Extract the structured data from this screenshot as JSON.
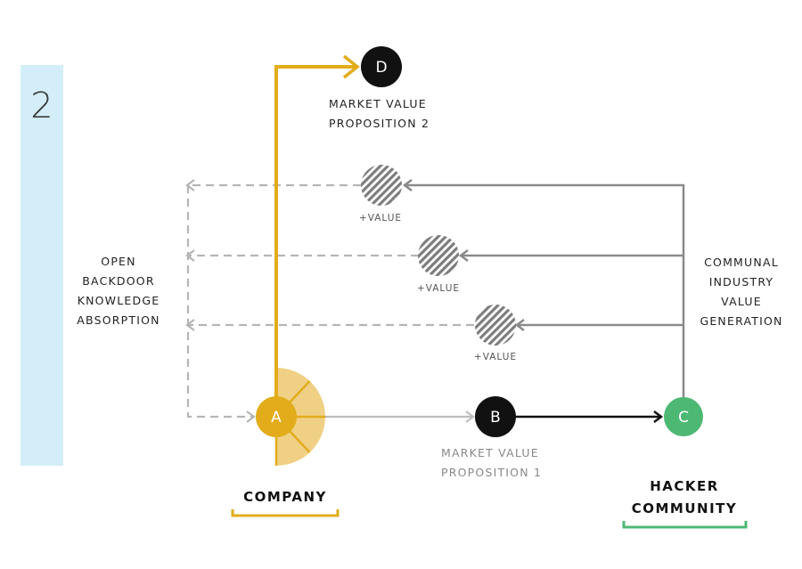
{
  "section": {
    "number": "2"
  },
  "nodes": {
    "a": {
      "letter": "A",
      "color": "#e2ac1b"
    },
    "b": {
      "letter": "B",
      "color": "#111111"
    },
    "c": {
      "letter": "C",
      "color": "#4db873"
    },
    "d": {
      "letter": "D",
      "color": "#111111"
    }
  },
  "labels": {
    "mvp2_line1": "MARKET VALUE",
    "mvp2_line2": "PROPOSITION 2",
    "mvp1_line1": "MARKET VALUE",
    "mvp1_line2": "PROPOSITION 1",
    "open_lines": [
      "OPEN",
      "BACKDOOR",
      "KNOWLEDGE",
      "ABSORPTION"
    ],
    "communal_lines": [
      "COMMUNAL",
      "INDUSTRY",
      "VALUE",
      "GENERATION"
    ],
    "company": "COMPANY",
    "hacker_line1": "HACKER",
    "hacker_line2": "COMMUNITY",
    "value_tags": [
      "+VALUE",
      "+VALUE",
      "+VALUE"
    ]
  },
  "colors": {
    "company_accent": "#e2ac1b",
    "company_fan": "#f0d084",
    "community_accent": "#4db873",
    "section_bar": "#d3eef8",
    "dashed_line": "#b5b5b5",
    "grey_line": "#8a8a8a"
  }
}
